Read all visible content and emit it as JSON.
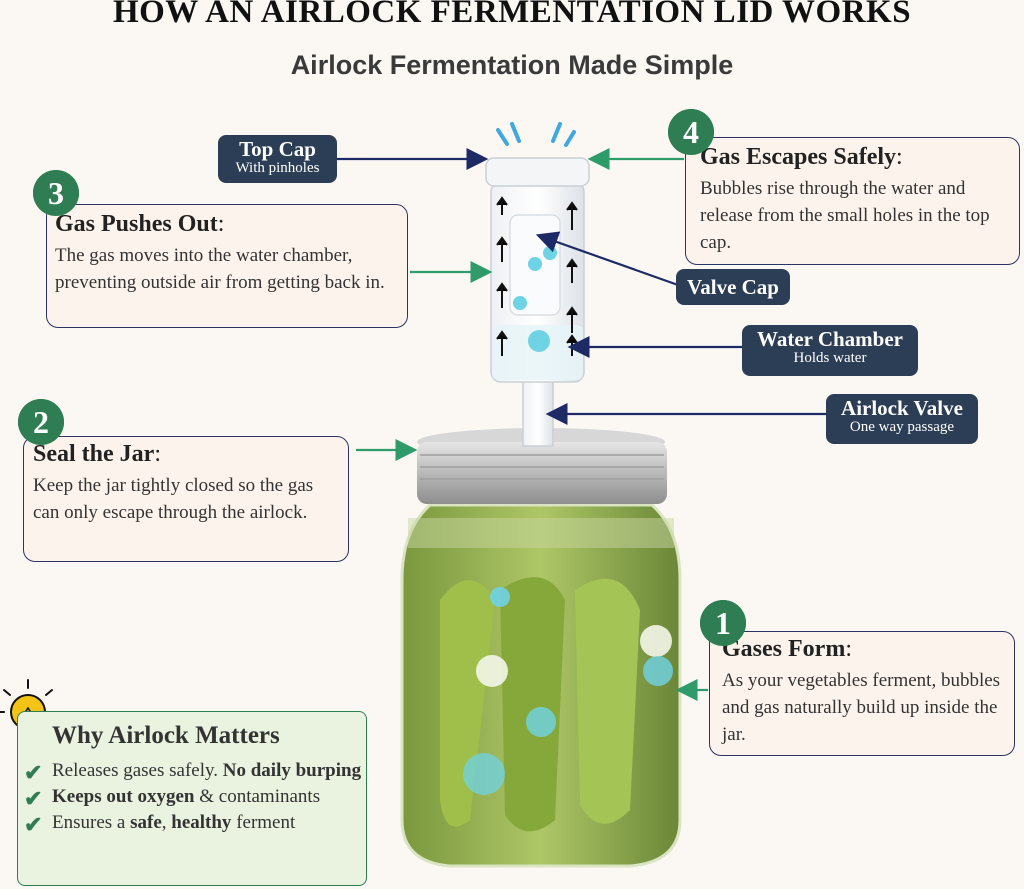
{
  "title": "HOW AN AIRLOCK FERMENTATION LID WORKS",
  "subtitle": "Airlock Fermentation Made Simple",
  "steps": [
    {
      "number": "1",
      "heading": "Gases Form",
      "text": "As your vegetables ferment, bubbles and gas naturally build up inside the jar."
    },
    {
      "number": "2",
      "heading": "Seal the Jar",
      "text": "Keep the jar tightly closed so the gas can only escape through the airlock."
    },
    {
      "number": "3",
      "heading": "Gas Pushes Out",
      "text": "The gas moves into the water chamber, preventing outside air from getting back in."
    },
    {
      "number": "4",
      "heading": "Gas Escapes Safely",
      "text": "Bubbles rise through the water and release from the small holes in the top cap."
    }
  ],
  "labels": {
    "top_cap": {
      "main": "Top Cap",
      "sub": "With pinholes"
    },
    "valve_cap": {
      "main": "Valve Cap"
    },
    "water_chamber": {
      "main": "Water Chamber",
      "sub": "Holds water"
    },
    "airlock_valve": {
      "main": "Airlock Valve",
      "sub": "One way passage"
    }
  },
  "why": {
    "heading": "Why Airlock Matters",
    "items": [
      {
        "plain1": "Releases gases safely. ",
        "bold1": "No daily burping",
        "plain2": "",
        "bold2": "",
        "plain3": ""
      },
      {
        "plain1": "",
        "bold1": "Keeps out oxygen",
        "plain2": " & contaminants",
        "bold2": "",
        "plain3": ""
      },
      {
        "plain1": "Ensures a ",
        "bold1": "safe",
        "plain2": ", ",
        "bold2": "healthy",
        "plain3": " ferment"
      }
    ]
  },
  "colors": {
    "navy": "#2c3e55",
    "green": "#2f7d52",
    "panel_bg": "#fcf4ec",
    "why_bg": "#e9f3df",
    "pickle": "#8aa640"
  },
  "icons": [
    "lightbulb-icon",
    "checkmark-icon",
    "bubble-icon",
    "arrow-up-icon"
  ]
}
